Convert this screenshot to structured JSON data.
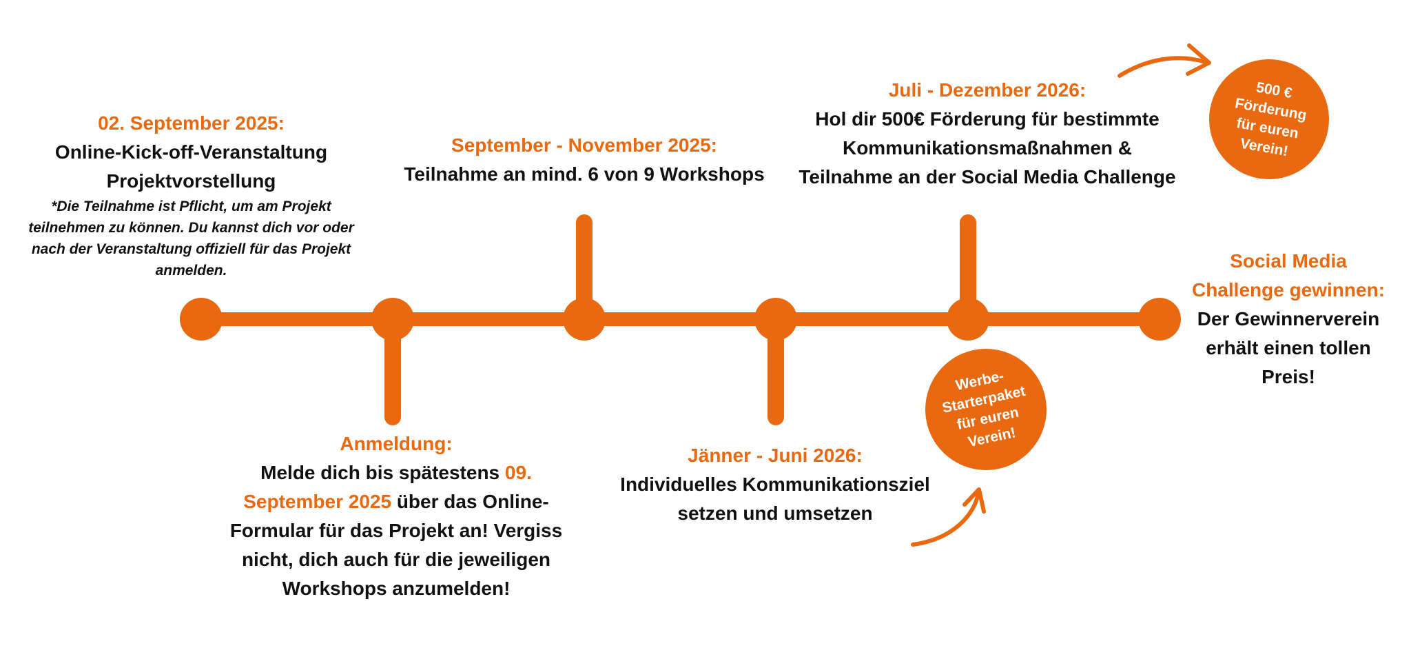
{
  "colors": {
    "accent": "#e8690f",
    "text": "#111111",
    "background": "#ffffff"
  },
  "milestones": [
    {
      "date": "02. September 2025:",
      "lines": [
        "Online-Kick-off-Veranstaltung",
        "Projektvorstellung"
      ],
      "note": [
        "*Die Teilnahme ist Pflicht, um am Projekt",
        "teilnehmen zu können. Du kannst dich vor oder",
        "nach der Veranstaltung offiziell für das Projekt",
        "anmelden."
      ]
    },
    {
      "date": "Anmeldung:",
      "line1_a": "Melde dich bis spätestens ",
      "line1_b": "09.",
      "line2_a": "September 2025",
      "line2_b": " über das Online-",
      "lines": [
        "Formular für das Projekt an! Vergiss",
        "nicht, dich auch für die jeweiligen",
        "Workshops anzumelden!"
      ]
    },
    {
      "date": "September - November 2025:",
      "lines": [
        "Teilnahme an mind. 6 von 9 Workshops"
      ]
    },
    {
      "date": "Jänner - Juni 2026:",
      "lines": [
        "Individuelles Kommunikationsziel",
        "setzen und umsetzen"
      ]
    },
    {
      "date": "Juli - Dezember 2026:",
      "lines": [
        "Hol dir 500€ Förderung für bestimmte",
        "Kommunikationsmaßnahmen &",
        "Teilnahme an der Social Media Challenge"
      ]
    },
    {
      "date_lines": [
        "Social Media",
        "Challenge gewinnen:"
      ],
      "lines": [
        "Der Gewinnerverein",
        "erhält einen tollen",
        "Preis!"
      ]
    }
  ],
  "badges": {
    "werbe": [
      "Werbe-",
      "Starterpaket",
      "für euren",
      "Verein!"
    ],
    "foerderung": [
      "500 €",
      "Förderung",
      "für euren",
      "Verein!"
    ]
  }
}
